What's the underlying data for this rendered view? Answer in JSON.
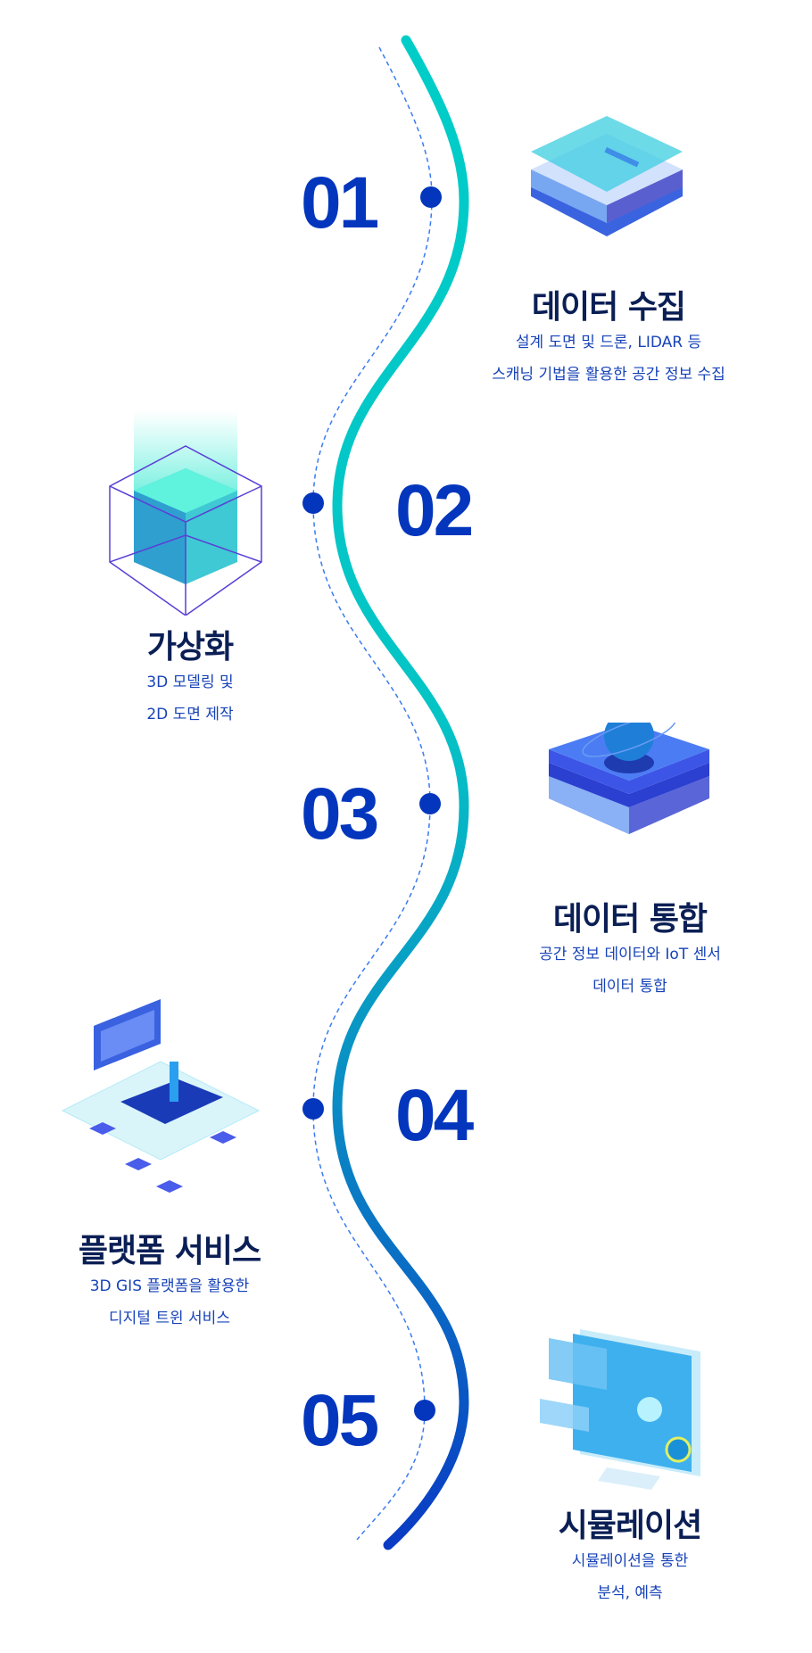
{
  "colors": {
    "line_top": "#00cdc8",
    "line_mid": "#0fb3c8",
    "line_bottom": "#0a3bc4",
    "number": "#0336bd",
    "title": "#0b1f55",
    "subtitle": "#1743b8",
    "dashed": "#3a7bf0"
  },
  "steps": [
    {
      "number": "01",
      "title": "데이터 수집",
      "lines": [
        "설계 도면 및 드론, LIDAR 등",
        "스캐닝 기법을 활용한 공간 정보 수집"
      ],
      "icon": "layered-data-icon"
    },
    {
      "number": "02",
      "title": "가상화",
      "lines": [
        "3D 모델링 및",
        "2D 도면 제작"
      ],
      "icon": "cube-icon"
    },
    {
      "number": "03",
      "title": "데이터 통합",
      "lines": [
        "공간 정보 데이터와 IoT 센서",
        "데이터 통합"
      ],
      "icon": "globe-stack-icon"
    },
    {
      "number": "04",
      "title": "플랫폼 서비스",
      "lines": [
        "3D GIS 플랫폼을 활용한",
        "디지털 트윈 서비스"
      ],
      "icon": "platform-icon"
    },
    {
      "number": "05",
      "title": "시뮬레이션",
      "lines": [
        "시뮬레이션을 통한",
        "분석, 예측"
      ],
      "icon": "monitor-icon"
    }
  ]
}
